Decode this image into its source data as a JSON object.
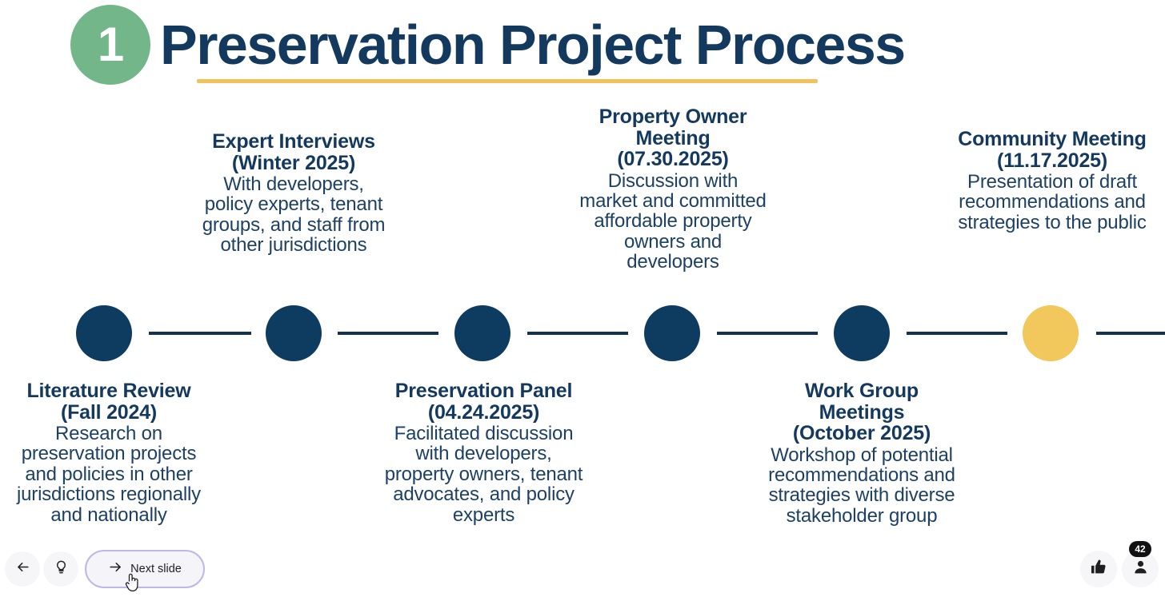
{
  "slide": {
    "step_number": "1",
    "title": "Preservation Project Process",
    "accent_green": "#72b68a",
    "accent_navy": "#14395e",
    "accent_gold": "#efc35a",
    "highlight_dot_color": "#f2c75c",
    "background": "#ffffff"
  },
  "timeline": {
    "milestones": [
      {
        "position": "below",
        "heading": "Literature Review\n(Fall 2024)",
        "body": "Research on preservation projects and policies in other jurisdictions regionally and nationally",
        "dot": "navy"
      },
      {
        "position": "above",
        "heading": "Expert Interviews\n(Winter 2025)",
        "body": "With developers, policy experts, tenant groups, and staff from other jurisdictions",
        "dot": "navy"
      },
      {
        "position": "below",
        "heading": "Preservation Panel\n(04.24.2025)",
        "body": "Facilitated discussion with developers, property owners, tenant advocates, and policy experts",
        "dot": "navy"
      },
      {
        "position": "above",
        "heading": "Property Owner Meeting\n(07.30.2025)",
        "body": "Discussion with market and committed affordable property owners and developers",
        "dot": "navy"
      },
      {
        "position": "below",
        "heading": "Work Group Meetings\n(October 2025)",
        "body": "Workshop of potential recommendations and strategies with diverse stakeholder group",
        "dot": "navy"
      },
      {
        "position": "above",
        "heading": "Community Meeting\n(11.17.2025)",
        "body": "Presentation of draft recommendations and strategies to the public",
        "dot": "highlight"
      }
    ],
    "entries": {
      "e0": {
        "line1": "Literature Review",
        "line2": "(Fall 2024)",
        "body": "Research on preservation projects and policies in other jurisdictions regionally and nationally"
      },
      "e1": {
        "line1": "Expert Interviews",
        "line2": "(Winter 2025)",
        "body": "With developers, policy experts, tenant groups, and staff from other jurisdictions"
      },
      "e2": {
        "line1": "Preservation Panel",
        "line2": "(04.24.2025)",
        "body": "Facilitated discussion with developers, property owners, tenant advocates, and policy experts"
      },
      "e3": {
        "line1": "Property Owner Meeting",
        "line2": "(07.30.2025)",
        "body": "Discussion with market and committed affordable property owners and developers"
      },
      "e4": {
        "line1": "Work Group Meetings",
        "line2": "(October 2025)",
        "body": "Workshop of potential recommendations and strategies with diverse stakeholder group"
      },
      "e5": {
        "line1": "Community Meeting",
        "line2": "(11.17.2025)",
        "body": "Presentation of draft recommendations and strategies to the public"
      }
    }
  },
  "toolbar": {
    "back_icon": "arrow-left-icon",
    "tips_icon": "lightbulb-icon",
    "next_slide_label": "Next slide",
    "next_slide_icon": "arrow-right-icon",
    "reaction_icon": "thumbs-up-icon",
    "audience_icon": "person-icon",
    "audience_count": "42"
  }
}
